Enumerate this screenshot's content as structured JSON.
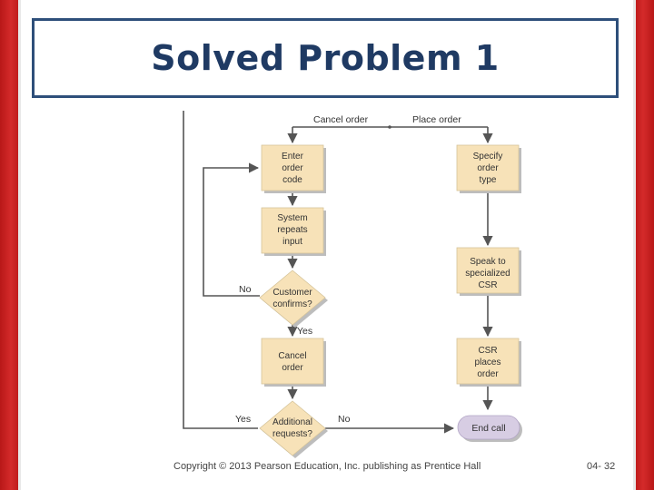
{
  "slide": {
    "title": "Solved Problem 1",
    "copyright": "Copyright © 2013 Pearson Education, Inc. publishing as Prentice Hall",
    "page": "04- 32"
  },
  "diagram": {
    "branch_cancel": "Cancel order",
    "branch_place": "Place order",
    "enter_order": [
      "Enter",
      "order",
      "code"
    ],
    "system_repeats": [
      "System",
      "repeats",
      "input"
    ],
    "customer_confirms": [
      "Customer",
      "confirms?"
    ],
    "cancel_order": [
      "Cancel",
      "order"
    ],
    "additional_requests": [
      "Additional",
      "requests?"
    ],
    "specify_order": [
      "Specify",
      "order",
      "type"
    ],
    "speak_csr": [
      "Speak to",
      "specialized",
      "CSR"
    ],
    "csr_places": [
      "CSR",
      "places",
      "order"
    ],
    "end_call": "End call",
    "label_no_1": "No",
    "label_yes_1": "Yes",
    "label_yes_2": "Yes",
    "label_no_2": "No"
  },
  "colors": {
    "frame_red": "#c8201f",
    "title_border": "#2e4f7a",
    "title_text": "#1f3a63",
    "box_fill": "#f7e2b8",
    "box_shadow": "#bdbdbd",
    "end_fill": "#d7cde3",
    "line": "#555555"
  }
}
